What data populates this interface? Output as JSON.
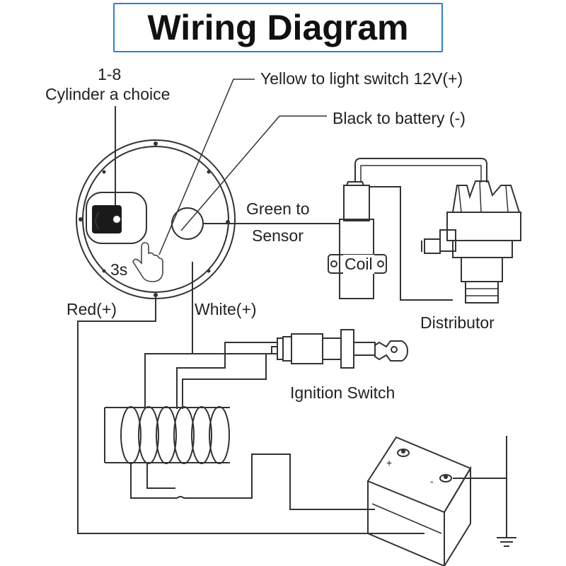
{
  "title": "Wiring Diagram",
  "labels": {
    "cylinder_top": "1-8",
    "cylinder_bottom": "Cylinder a choice",
    "yellow": "Yellow to light switch 12V(+)",
    "black": "Black to battery (-)",
    "green_top": "Green to",
    "green_bottom": "Sensor",
    "coil": "Coil",
    "press_time": "3s",
    "red": "Red(+)",
    "white": "White(+)",
    "distributor": "Distributor",
    "ignition": "Ignition Switch",
    "battery_plus": "+",
    "battery_minus": "-"
  },
  "icons": [
    "tachometer-gauge",
    "selector-knob-icon",
    "hand-pointer-icon",
    "ignition-coil",
    "distributor",
    "ignition-key-switch",
    "battery",
    "ground-icon",
    "wire-harness-connector"
  ]
}
